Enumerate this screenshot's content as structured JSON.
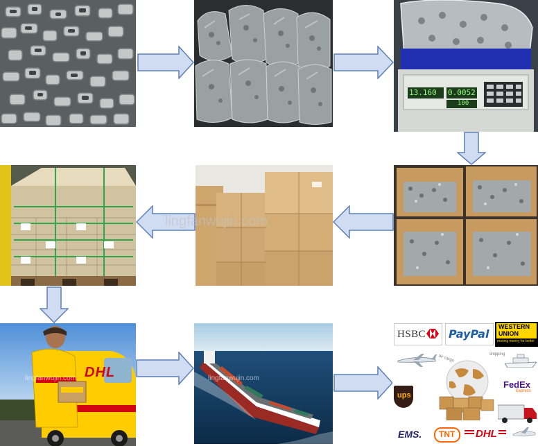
{
  "watermark": "lingfanwujin.com",
  "tiles": {
    "r1c1": "raw-parts-pile",
    "r1c2": "bagged-parts",
    "r1c3": "weighing-scale",
    "r2c1": "pallet-shipment",
    "r2c2": "stacked-cartons",
    "r2c3": "open-boxes-with-parts",
    "r3c1": "dhl-courier",
    "r3c2": "cargo-ship",
    "r3c3": "payment-and-logistics"
  },
  "scale_display": {
    "left": "13.160",
    "middle": "0.0052",
    "right": "100"
  },
  "dhl_van": {
    "logo": "DHL"
  },
  "logistics": {
    "hsbc": "HSBC",
    "paypal": "PayPal",
    "western_union_top": "WESTERN",
    "western_union_bottom": "UNION",
    "western_union_tagline": "moving money for better",
    "air_cargo": "air cargo",
    "shipping": "shipping",
    "fedex": "FedEx",
    "fedex_express": "Express",
    "ups": "ups",
    "ems": "EMS.",
    "tnt": "TNT",
    "dhl": "DHL"
  },
  "colors": {
    "arrow_fill": "#cfdcf1",
    "arrow_stroke": "#5c7fb8",
    "dhl_yellow": "#ffcc00",
    "dhl_red": "#d40511"
  }
}
